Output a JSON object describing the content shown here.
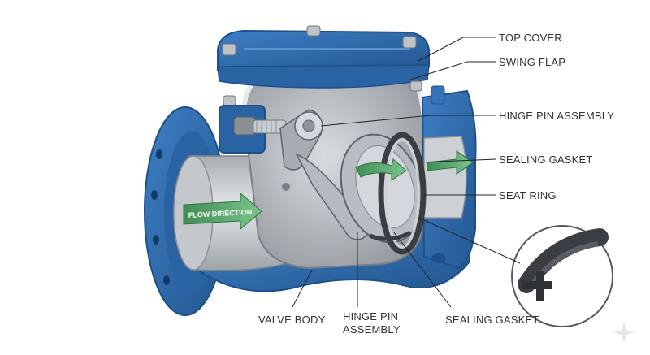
{
  "diagram": {
    "flow_label": "FLOW DIRECTION",
    "labels": {
      "top_cover": "TOP COVER",
      "swing_flap": "SWING FLAP",
      "hinge_pin_assembly_right": "HINGE PIN ASSEMBLY",
      "sealing_gasket_right": "SEALING GASKET",
      "seat_ring": "SEAT RING",
      "valve_body": "VALVE BODY",
      "hinge_pin_assembly_bottom_line1": "HINGE PIN",
      "hinge_pin_assembly_bottom_line2": "ASSEMBLY",
      "sealing_gasket_bottom": "SEALING GASKET"
    },
    "colors": {
      "body_blue": "#2f6fb5",
      "body_blue_dark": "#1f4f8a",
      "steel": "#c9ccd0",
      "steel_dark": "#8e9399",
      "flow_green": "#5aa86a",
      "gasket_dark": "#3a3d42"
    }
  }
}
